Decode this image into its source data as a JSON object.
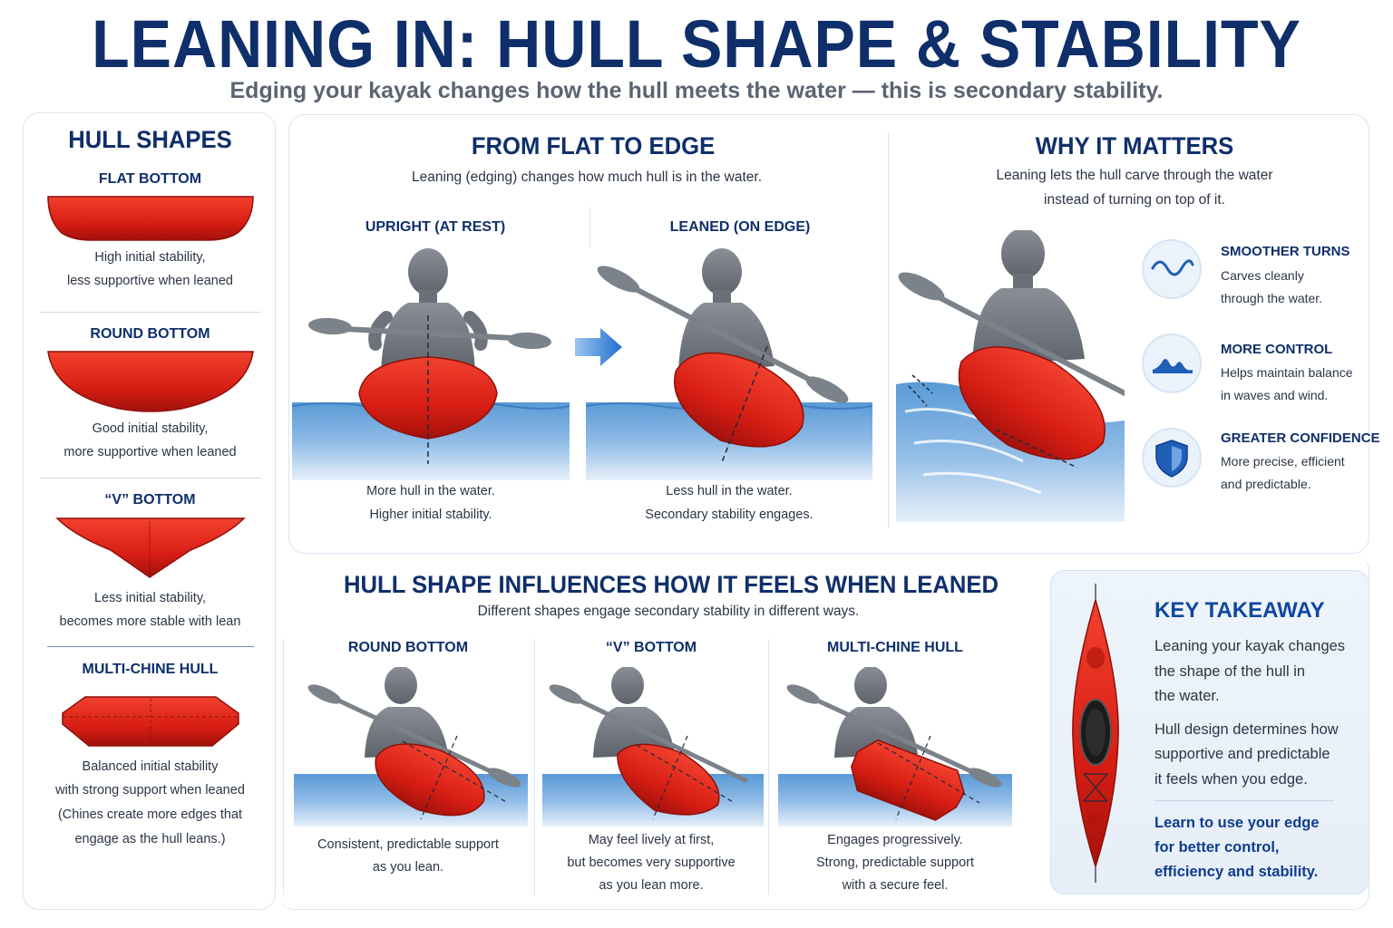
{
  "header": {
    "title": "LEANING IN: HULL SHAPE & STABILITY",
    "subtitle": "Edging your kayak changes how the hull meets the water — this is secondary stability."
  },
  "hull_shapes": {
    "title": "HULL SHAPES",
    "items": [
      {
        "name": "FLAT BOTTOM",
        "line1": "High initial stability,",
        "line2": "less supportive when leaned"
      },
      {
        "name": "ROUND BOTTOM",
        "line1": "Good initial stability,",
        "line2": "more supportive when leaned"
      },
      {
        "name": "“V” BOTTOM",
        "line1": "Less initial stability,",
        "line2": "becomes more stable with lean"
      },
      {
        "name": "MULTI-CHINE HULL",
        "line1": "Balanced initial stability",
        "line2": "with strong support when leaned",
        "line3": "(Chines create more edges that",
        "line4": "engage as the hull leans.)"
      }
    ]
  },
  "flat_to_edge": {
    "title": "FROM FLAT TO EDGE",
    "subtitle": "Leaning (edging) changes how much hull is in the water.",
    "upright": {
      "label": "UPRIGHT (AT REST)",
      "line1": "More hull in the water.",
      "line2": "Higher initial stability."
    },
    "leaned": {
      "label": "LEANED (ON EDGE)",
      "line1": "Less hull in the water.",
      "line2": "Secondary stability engages."
    }
  },
  "why_matters": {
    "title": "WHY IT MATTERS",
    "line1": "Leaning lets the hull carve through the water",
    "line2": "instead of turning on top of it.",
    "benefits": [
      {
        "icon": "wave-icon",
        "title": "SMOOTHER TURNS",
        "line1": "Carves cleanly",
        "line2": "through the water."
      },
      {
        "icon": "waves-icon",
        "title": "MORE CONTROL",
        "line1": "Helps maintain balance",
        "line2": "in waves and wind."
      },
      {
        "icon": "shield-icon",
        "title": "GREATER CONFIDENCE",
        "line1": "More precise, efficient",
        "line2": "and predictable."
      }
    ]
  },
  "influence": {
    "title": "HULL SHAPE INFLUENCES HOW IT FEELS WHEN LEANED",
    "subtitle": "Different shapes engage secondary stability in different ways.",
    "columns": [
      {
        "label": "ROUND BOTTOM",
        "line1": "Consistent, predictable support",
        "line2": "as you lean.",
        "line3": ""
      },
      {
        "label": "“V” BOTTOM",
        "line1": "May feel lively at first,",
        "line2": "but becomes very supportive",
        "line3": "as you lean more."
      },
      {
        "label": "MULTI-CHINE HULL",
        "line1": "Engages progressively.",
        "line2": "Strong, predictable support",
        "line3": "with a secure feel."
      }
    ]
  },
  "takeaway": {
    "title": "KEY TAKEAWAY",
    "p1_l1": "Leaning your kayak changes",
    "p1_l2": "the shape of the hull in",
    "p1_l3": "the water.",
    "p2_l1": "Hull design determines how",
    "p2_l2": "supportive and predictable",
    "p2_l3": "it feels when you edge.",
    "p3_l1": "Learn to use your edge",
    "p3_l2": "for better control,",
    "p3_l3": "efficiency and stability."
  },
  "colors": {
    "navy": "#0f2f6b",
    "hull_red": "#e3261b",
    "water_blue": "#4d90cf",
    "accent_blue": "#1f6fd0",
    "figure_gray": "#7b8088"
  }
}
